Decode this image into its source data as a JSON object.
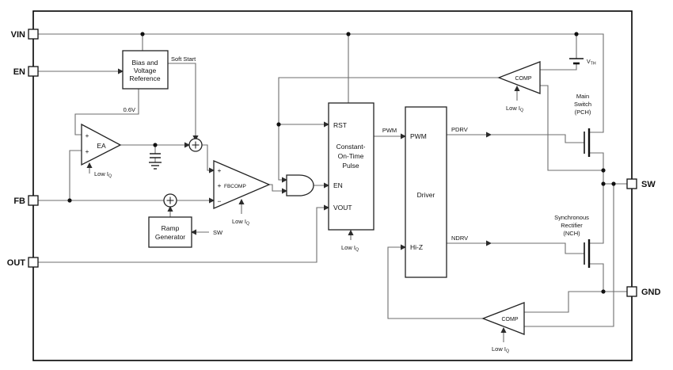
{
  "pins": {
    "vin": "VIN",
    "en": "EN",
    "fb": "FB",
    "out": "OUT",
    "sw": "SW",
    "gnd": "GND"
  },
  "blocks": {
    "bias": {
      "l1": "Bias and",
      "l2": "Voltage",
      "l3": "Reference"
    },
    "ramp": {
      "l1": "Ramp",
      "l2": "Generator"
    },
    "cot": {
      "rst": "RST",
      "l1": "Constant-",
      "l2": "On-Time",
      "l3": "Pulse",
      "en": "EN",
      "vout": "VOUT"
    },
    "driver": {
      "pwm": "PWM",
      "title": "Driver",
      "hiz": "Hi-Z"
    },
    "ea": "EA",
    "fbcomp": "FBCOMP",
    "comp": "COMP"
  },
  "signals": {
    "soft_start": "Soft Start",
    "vref": "0.6V",
    "pwm": "PWM",
    "pdrv": "PDRV",
    "ndrv": "NDRV",
    "ramp_sw": "SW"
  },
  "symbols": {
    "plus": "+",
    "minus": "−"
  },
  "annotations": {
    "low_iq": {
      "base": "Low I",
      "sub": "Q"
    },
    "vth": {
      "base": "V",
      "sub": "TH"
    },
    "main_switch": {
      "l1": "Main",
      "l2": "Switch",
      "l3": "(PCH)"
    },
    "sync_rect": {
      "l1": "Synchronous",
      "l2": "Rectifier",
      "l3": "(NCH)"
    }
  },
  "colors": {
    "background": "#ffffff",
    "outline": "#000000",
    "wire": "#6e6e6e",
    "text": "#111111"
  }
}
